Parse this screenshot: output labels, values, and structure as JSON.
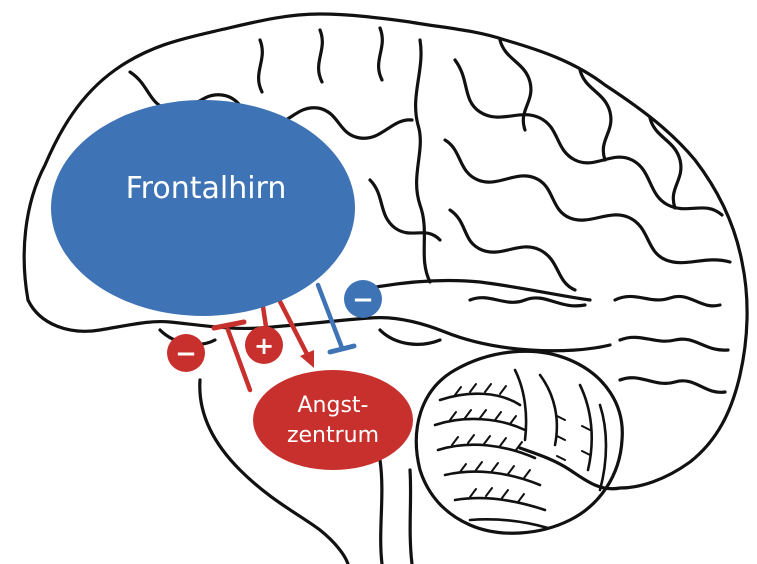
{
  "diagram": {
    "frontal_region": {
      "label": "Frontalhirn",
      "color": "#3E73B5"
    },
    "fear_center": {
      "label_line1": "Angst-",
      "label_line2": "zentrum",
      "color": "#C8302D"
    },
    "signs": {
      "minus_left": "−",
      "plus": "+",
      "minus_right": "−"
    },
    "colors": {
      "outline": "#111111",
      "excitatory": "#C8302D",
      "inhibitory": "#3E73B5",
      "background": "#FFFFFF"
    }
  }
}
